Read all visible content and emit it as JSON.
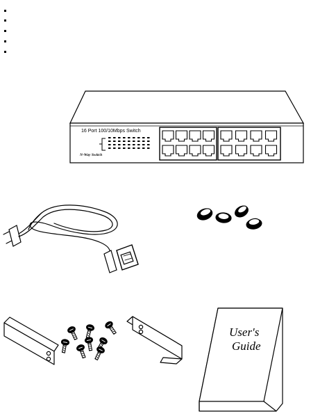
{
  "bullets": {
    "count": 5
  },
  "items": {
    "switch": {
      "name": "switch-illustration",
      "model_label": "16 Port 100/10Mbps Switch",
      "brand_label": "N-Way Switch"
    },
    "power_cord": {
      "name": "power-cord-illustration"
    },
    "rubber_feet": {
      "name": "rubber-feet-illustration"
    },
    "rack_kit": {
      "name": "rack-mount-kit-illustration"
    },
    "guide": {
      "name": "users-guide-illustration",
      "title_line1": "User's",
      "title_line2": "Guide"
    }
  }
}
